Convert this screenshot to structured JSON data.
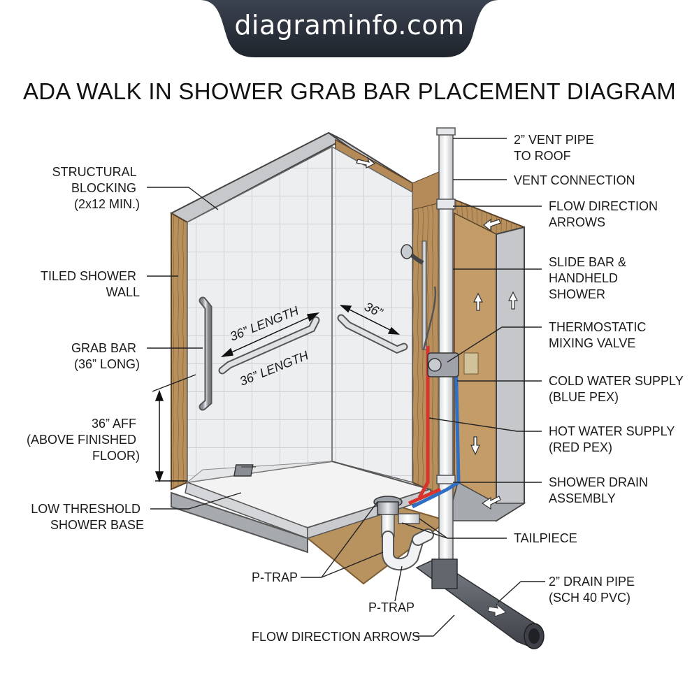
{
  "brand": "diagraminfo.com",
  "title": "ADA WALK IN SHOWER GRAB BAR PLACEMENT DIAGRAM",
  "left_labels": {
    "structural_blocking": [
      "STRUCTURAL",
      "BLOCKING",
      "(2x12 MIN.)"
    ],
    "tiled_wall": [
      "TILED SHOWER",
      "WALL"
    ],
    "grab_bar": [
      "GRAB BAR",
      "(36” LONG)"
    ],
    "aff": [
      "36” AFF",
      "(ABOVE FINISHED",
      "FLOOR)"
    ],
    "threshold": [
      "LOW THRESHOLD",
      "SHOWER BASE"
    ]
  },
  "right_labels": {
    "vent_pipe": [
      "2” VENT PIPE",
      "TO ROOF"
    ],
    "vent_connection": [
      "VENT CONNECTION"
    ],
    "flow_arrows": [
      "FLOW DIRECTION",
      "ARROWS"
    ],
    "slide_bar": [
      "SLIDE BAR &",
      "HANDHELD",
      "SHOWER"
    ],
    "mixing_valve": [
      "THERMOSTATIC",
      "MIXING VALVE"
    ],
    "cold_supply": [
      "COLD WATER SUPPLY",
      "(BLUE PEX)"
    ],
    "hot_supply": [
      "HOT WATER SUPPLY",
      "(RED PEX)"
    ],
    "drain_assembly": [
      "SHOWER DRAIN",
      "ASSEMBLY"
    ],
    "tailpiece": [
      "TAILPIECE"
    ],
    "drain_pipe": [
      "2” DRAIN PIPE",
      "(SCH 40 PVC)"
    ]
  },
  "bottom_labels": {
    "ptrap_left": "P-TRAP",
    "ptrap_center": "P-TRAP",
    "flow_bottom": "FLOW DIRECTION ARROWS"
  },
  "dimensions": {
    "length_upper": "36” LENGTH",
    "length_lower": "36” LENGTH",
    "right_bar": "36”"
  },
  "colors": {
    "banner": "#2e3440",
    "wood": "#b08a5a",
    "wood_dark": "#8a6538",
    "tile": "#e8eaec",
    "hot_pex": "#d8342c",
    "cold_pex": "#2f6fc4",
    "pvc_white": "#f2f2f2",
    "pvc_gray": "#5b5f66"
  }
}
